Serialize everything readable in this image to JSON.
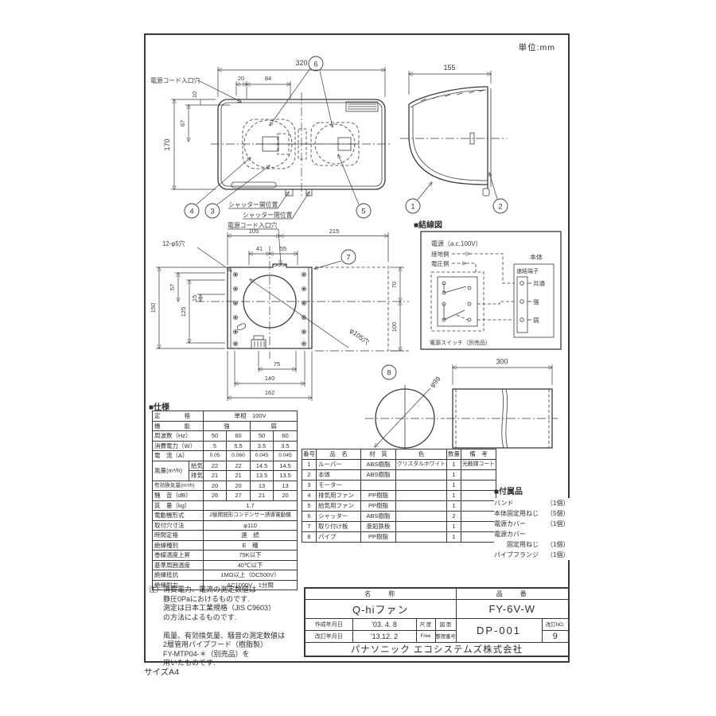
{
  "page": {
    "unit_label": "単位:mm",
    "paper_size": "サイズA4"
  },
  "front_view": {
    "dim_320": "320",
    "dim_20": "20",
    "dim_84": "84",
    "dim_10": "10",
    "dim_67": "67",
    "dim_170": "170",
    "cord_hole": "電源コード入口穴",
    "shutter_open": "シャッター開位置",
    "shutter_close": "シャッター閉位置",
    "c3": "3",
    "c4": "4",
    "c5": "5",
    "c6": "6"
  },
  "side_view": {
    "dim_155": "155",
    "c1": "1",
    "c2": "2"
  },
  "mount_view": {
    "cord_hole": "電源コード入口穴",
    "holes_label": "12-φ5穴",
    "duct_label": "φ105穴",
    "dim_105": "105",
    "dim_215": "215",
    "dim_41": "41",
    "dim_55": "55",
    "dim_57": "57",
    "dim_15": "15",
    "dim_125": "125",
    "dim_150": "150",
    "dim_70": "70",
    "dim_100": "100",
    "dim_75": "75",
    "dim_140": "140",
    "dim_162": "162",
    "c7": "7"
  },
  "pipe_view": {
    "c8": "8",
    "dia_label": "φ99",
    "dim_300": "300"
  },
  "wiring": {
    "title": "■結線図",
    "power": "電源（a.c.100V）",
    "ground_side": "接地側",
    "voltage_side": "電圧側",
    "body": "本体",
    "terminal": "速結端子",
    "t_common": "共通",
    "t_high": "強",
    "t_low": "弱",
    "switch_label": "電源スイッチ（別売品）"
  },
  "spec": {
    "title": "■仕様",
    "rows": [
      [
        {
          "t": "定　　　　格",
          "c": 2,
          "k": "lbl"
        },
        {
          "t": "単相　100V",
          "c": 4
        }
      ],
      [
        {
          "t": "機　　　　能",
          "c": 2,
          "k": "lbl"
        },
        {
          "t": "強",
          "c": 2
        },
        {
          "t": "弱",
          "c": 2
        }
      ],
      [
        {
          "t": "周波数（Hz）",
          "c": 2,
          "k": "lbl"
        },
        {
          "t": "50"
        },
        {
          "t": "60"
        },
        {
          "t": "50"
        },
        {
          "t": "60"
        }
      ],
      [
        {
          "t": "消費電力（W）",
          "c": 2,
          "k": "lbl"
        },
        {
          "t": "5"
        },
        {
          "t": "5.5"
        },
        {
          "t": "3.5"
        },
        {
          "t": "3.5"
        }
      ],
      [
        {
          "t": "電　流（A）",
          "c": 2,
          "k": "lbl"
        },
        {
          "t": "0.05",
          "k": "sm"
        },
        {
          "t": "0.060",
          "k": "sm"
        },
        {
          "t": "0.045",
          "k": "sm"
        },
        {
          "t": "0.045",
          "k": "sm"
        }
      ],
      [
        {
          "t": "風量(m³/h)",
          "r": 2,
          "k": "lbl"
        },
        {
          "t": "給気",
          "k": "lbl"
        },
        {
          "t": "22"
        },
        {
          "t": "22"
        },
        {
          "t": "14.5"
        },
        {
          "t": "14.5"
        }
      ],
      [
        {
          "t": "排気",
          "k": "lbl"
        },
        {
          "t": "21"
        },
        {
          "t": "21"
        },
        {
          "t": "13.5"
        },
        {
          "t": "13.5"
        }
      ],
      [
        {
          "t": "有効換気量(m³/h)",
          "c": 2,
          "k": "lbl sm"
        },
        {
          "t": "20"
        },
        {
          "t": "20"
        },
        {
          "t": "13"
        },
        {
          "t": "13"
        }
      ],
      [
        {
          "t": "騒　音（dB）",
          "c": 2,
          "k": "lbl"
        },
        {
          "t": "26"
        },
        {
          "t": "27"
        },
        {
          "t": "21"
        },
        {
          "t": "20"
        }
      ],
      [
        {
          "t": "質　量（kg）",
          "c": 2,
          "k": "lbl"
        },
        {
          "t": "1.7",
          "c": 4
        }
      ],
      [
        {
          "t": "電動機形式",
          "c": 2,
          "k": "lbl"
        },
        {
          "t": "2極開放形コンデンサー誘導電動機",
          "c": 4,
          "k": "sm"
        }
      ],
      [
        {
          "t": "取付穴寸法",
          "c": 2,
          "k": "lbl"
        },
        {
          "t": "φ110",
          "c": 4
        }
      ],
      [
        {
          "t": "時間定格",
          "c": 2,
          "k": "lbl"
        },
        {
          "t": "連　続",
          "c": 4
        }
      ],
      [
        {
          "t": "絶縁種別",
          "c": 2,
          "k": "lbl"
        },
        {
          "t": "E　種",
          "c": 4
        }
      ],
      [
        {
          "t": "巻線温度上昇",
          "c": 2,
          "k": "lbl"
        },
        {
          "t": "75K以下",
          "c": 4
        }
      ],
      [
        {
          "t": "基準周囲温度",
          "c": 2,
          "k": "lbl"
        },
        {
          "t": "40℃以下",
          "c": 4
        }
      ],
      [
        {
          "t": "絶縁抵抗",
          "c": 2,
          "k": "lbl"
        },
        {
          "t": "1MΩ以上（DC500V）",
          "c": 4
        }
      ],
      [
        {
          "t": "絶縁耐力",
          "c": 2,
          "k": "lbl"
        },
        {
          "t": "AC1000V　1分間",
          "c": 4
        }
      ]
    ]
  },
  "parts": {
    "rows": [
      [
        {
          "t": "番号",
          "k": "hd"
        },
        {
          "t": "品　名",
          "k": "hd"
        },
        {
          "t": "材　質",
          "k": "hd"
        },
        {
          "t": "色",
          "k": "hd"
        },
        {
          "t": "数量",
          "k": "hd"
        },
        {
          "t": "備　考",
          "k": "hd"
        }
      ],
      [
        {
          "t": "1"
        },
        {
          "t": "ルーバー",
          "k": "lt"
        },
        {
          "t": "ABS樹脂"
        },
        {
          "t": "クリスタルホワイト",
          "k": "sm"
        },
        {
          "t": "1"
        },
        {
          "t": "光触媒コート",
          "k": "sm"
        }
      ],
      [
        {
          "t": "2"
        },
        {
          "t": "本体",
          "k": "lt"
        },
        {
          "t": "ABS樹脂"
        },
        {
          "t": ""
        },
        {
          "t": "1"
        },
        {
          "t": ""
        }
      ],
      [
        {
          "t": "3"
        },
        {
          "t": "モーター",
          "k": "lt"
        },
        {
          "t": ""
        },
        {
          "t": ""
        },
        {
          "t": "1"
        },
        {
          "t": ""
        }
      ],
      [
        {
          "t": "4"
        },
        {
          "t": "排気用ファン",
          "k": "lt"
        },
        {
          "t": "PP樹脂"
        },
        {
          "t": ""
        },
        {
          "t": "1"
        },
        {
          "t": ""
        }
      ],
      [
        {
          "t": "5"
        },
        {
          "t": "給気用ファン",
          "k": "lt"
        },
        {
          "t": "PP樹脂"
        },
        {
          "t": ""
        },
        {
          "t": "1"
        },
        {
          "t": ""
        }
      ],
      [
        {
          "t": "6"
        },
        {
          "t": "シャッター",
          "k": "lt"
        },
        {
          "t": "ABS樹脂"
        },
        {
          "t": ""
        },
        {
          "t": "2"
        },
        {
          "t": ""
        }
      ],
      [
        {
          "t": "7"
        },
        {
          "t": "取り付け板",
          "k": "lt"
        },
        {
          "t": "亜鉛鉄板"
        },
        {
          "t": ""
        },
        {
          "t": "1"
        },
        {
          "t": ""
        }
      ],
      [
        {
          "t": "8"
        },
        {
          "t": "パイプ",
          "k": "lt"
        },
        {
          "t": "PP樹脂"
        },
        {
          "t": ""
        },
        {
          "t": "1"
        },
        {
          "t": ""
        }
      ]
    ]
  },
  "accessories": {
    "title": "■付属品",
    "rows": [
      [
        {
          "t": "バンド"
        },
        {
          "t": "（1個）"
        }
      ],
      [
        {
          "t": "本体固定用ねじ"
        },
        {
          "t": "（5個）"
        }
      ],
      [
        {
          "t": "電源カバー"
        },
        {
          "t": "（1個）"
        }
      ],
      [
        {
          "t": "電源カバー"
        },
        {
          "t": ""
        }
      ],
      [
        {
          "t": "　　固定用ねじ"
        },
        {
          "t": "（1個）"
        }
      ],
      [
        {
          "t": "パイプフランジ"
        },
        {
          "t": "（1個）"
        }
      ]
    ]
  },
  "notes": {
    "lines": [
      "注）消費電力、電流の測定数値は",
      "　　静圧0Paにおけるものです.",
      "　　測定は日本工業規格（JIS C9603）",
      "　　の方法によるものです.",
      "",
      "　　風量、有効換気量、騒音の測定数値は",
      "　　2層管用パイプフード（樹脂製）",
      "　　FY-MTP04-＊（別売品）を",
      "　　用いたものです."
    ]
  },
  "title_block": {
    "name_label": "名　　称",
    "part_label": "品　　番",
    "name_value": "Q-hiファン",
    "part_value": "FY-6V-W",
    "created_label": "作成年月日",
    "created_value": "'03. 4. 8",
    "revised_label": "改訂年月日",
    "revised_value": "'13.12. 2",
    "scale_label": "尺 度",
    "scale_value": "Free",
    "dwg_label_top": "図 面",
    "dwg_label_bottom": "整理番号",
    "dwg_no": "DP-001",
    "rev_label": "改訂NO.",
    "rev_no": "9",
    "company": "パナソニック エコシステムズ株式会社"
  }
}
